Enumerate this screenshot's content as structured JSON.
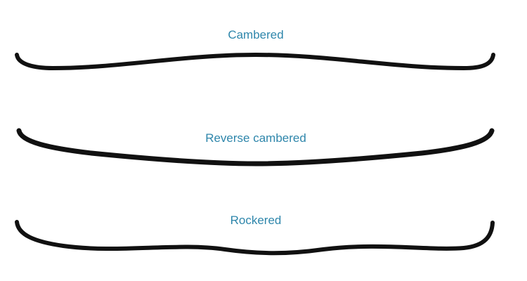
{
  "profiles": [
    {
      "label": "Cambered"
    },
    {
      "label": "Reverse cambered"
    },
    {
      "label": "Rockered"
    }
  ],
  "colors": {
    "label": "#2E86AB",
    "stroke": "#111111",
    "background": "#FFFFFF"
  }
}
